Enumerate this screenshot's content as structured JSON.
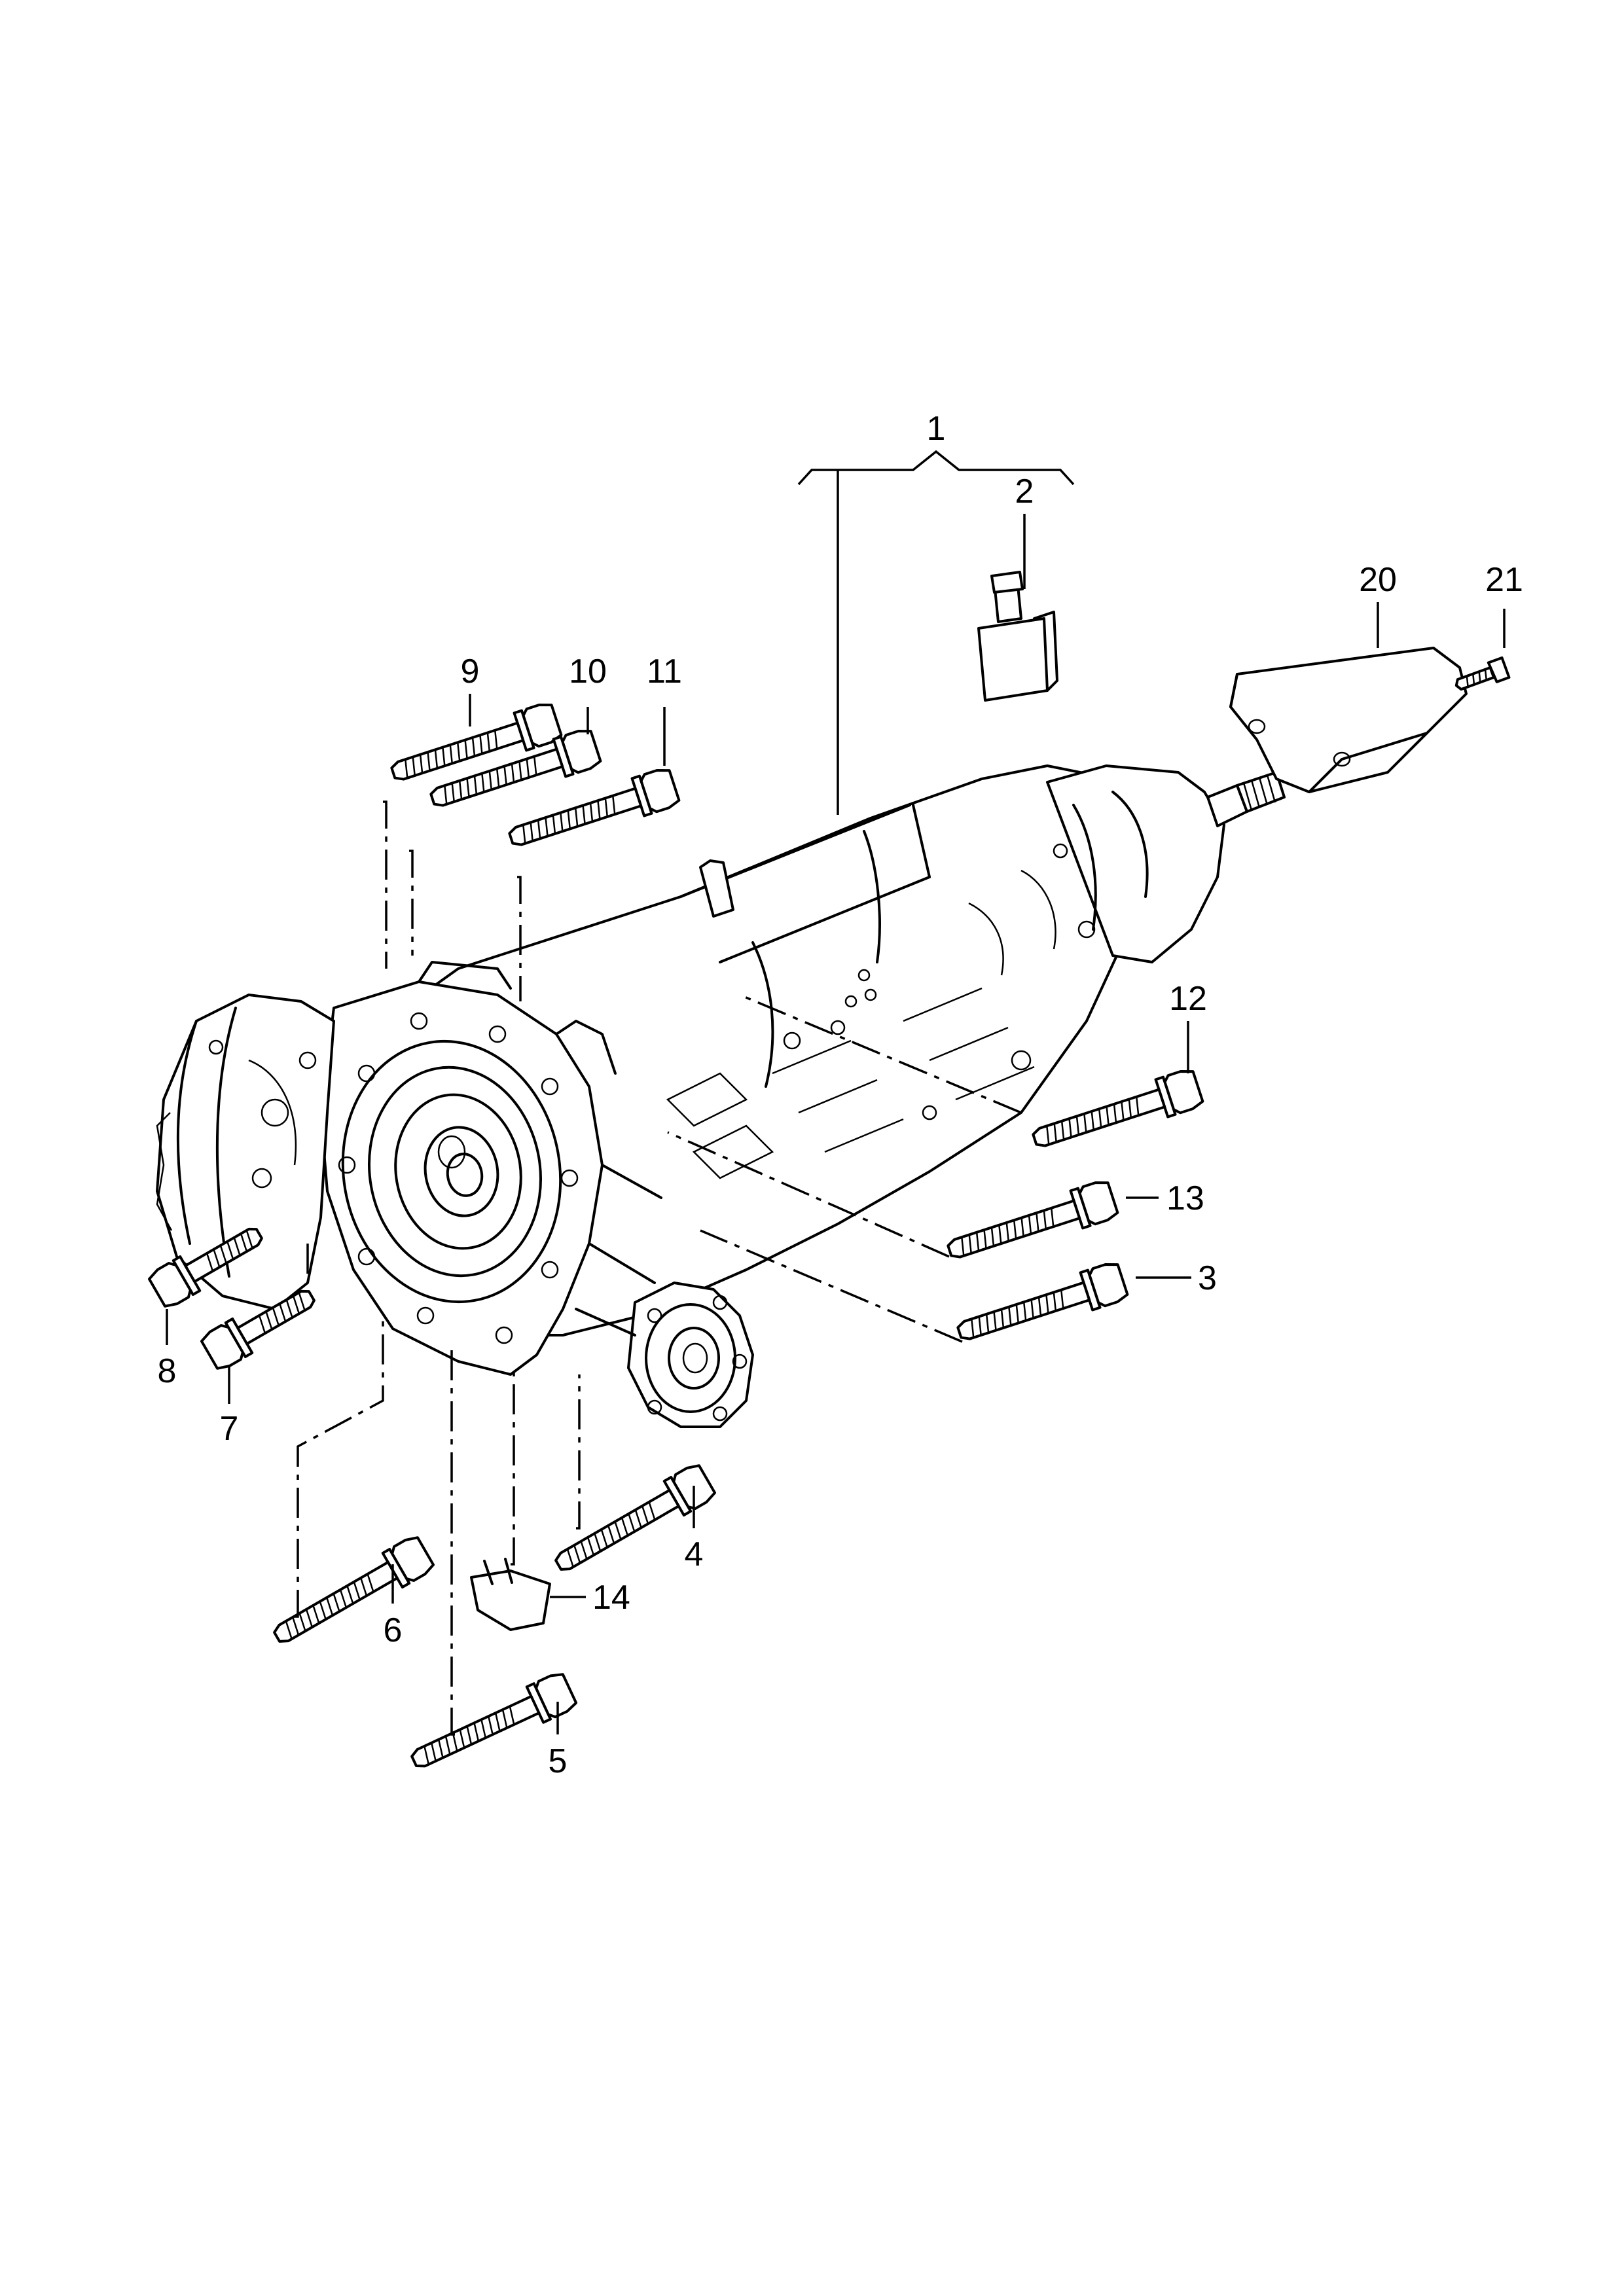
{
  "callouts": {
    "c1": "1",
    "c2": "2",
    "c3": "3",
    "c4": "4",
    "c5": "5",
    "c6": "6",
    "c7": "7",
    "c8": "8",
    "c9": "9",
    "c10": "10",
    "c11": "11",
    "c12": "12",
    "c13": "13",
    "c14": "14",
    "c20": "20",
    "c21": "21"
  },
  "colors": {
    "line": "#000000",
    "background": "#ffffff"
  }
}
